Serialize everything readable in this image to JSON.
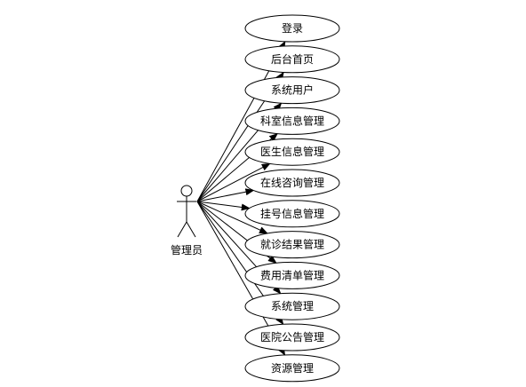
{
  "actor": {
    "label": "管理员"
  },
  "use_cases": [
    {
      "id": "login",
      "label": "登录"
    },
    {
      "id": "admin-home",
      "label": "后台首页"
    },
    {
      "id": "system-users",
      "label": "系统用户"
    },
    {
      "id": "department-mgmt",
      "label": "科室信息管理"
    },
    {
      "id": "doctor-mgmt",
      "label": "医生信息管理"
    },
    {
      "id": "online-consult-mgmt",
      "label": "在线咨询管理"
    },
    {
      "id": "registration-mgmt",
      "label": "挂号信息管理"
    },
    {
      "id": "diagnosis-result-mgmt",
      "label": "就诊结果管理"
    },
    {
      "id": "fee-list-mgmt",
      "label": "费用清单管理"
    },
    {
      "id": "system-mgmt",
      "label": "系统管理"
    },
    {
      "id": "hospital-notice-mgmt",
      "label": "医院公告管理"
    },
    {
      "id": "resource-mgmt",
      "label": "资源管理"
    }
  ],
  "colors": {
    "stroke": "#000000",
    "fill": "#ffffff",
    "text": "#000000"
  }
}
